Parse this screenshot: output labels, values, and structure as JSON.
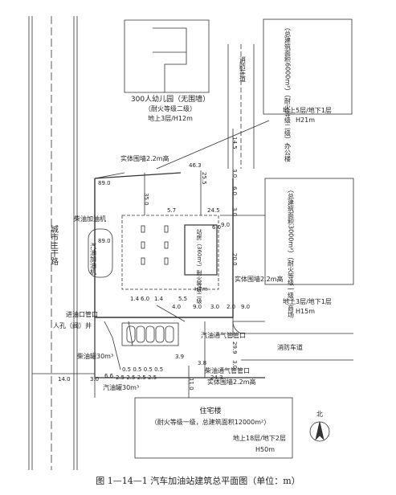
{
  "caption": "图 1—14—1   汽车加油站建筑总平面图（单位：m）",
  "buildings": {
    "kindergarten": {
      "name": "300人幼儿园（无围墙）",
      "rating": "（耐火等级二级）",
      "height": "地上3层/H12m"
    },
    "office": {
      "vertical_text": "（总建筑面积6000m²）（耐火等级二级）办公楼",
      "floors": "地上5层/地下1层",
      "height": "H21m"
    },
    "mall": {
      "vertical_text": "（总建筑面积3000m²）（耐火等级一级）商场",
      "floors": "地上3层/地下1层",
      "height": "H15m"
    },
    "residential": {
      "name": "住宅楼",
      "rating": "（耐火等级一级，总建筑面积12000m²）",
      "floors": "地上18层/地下2层",
      "height": "H50m"
    },
    "station": {
      "vertical_text": "站房（360m²）耐火等级二级",
      "height": "H7m"
    }
  },
  "roads": {
    "main_road": "城市主干路",
    "fire_lane_top": "消防车道",
    "fire_lane_bottom": "消防车道"
  },
  "labels": {
    "wall_top": "实体围墙2.2m高",
    "wall_mid": "实体围墙2.2m高",
    "wall_bottom": "实体围墙2.2m高",
    "diesel_dispenser": "柴油加油机",
    "gasoline_dispenser": "汽油加油机",
    "inlet_pipe": "进油口管口",
    "manhole": "人孔（阀）井",
    "diesel_tank": "柴油罐30m³",
    "gasoline_tank": "汽油罐30m³",
    "gas_vent": "汽油通气管管口",
    "diesel_vent": "柴油通气管管口",
    "north": "北"
  },
  "dims": {
    "d89a": "89.0",
    "d463": "46.3",
    "d350": "35.0",
    "d145": "14.5",
    "d30a": "3.0",
    "d60a": "6.0",
    "d30b": "3.0",
    "d255": "25.5",
    "d57": "5.7",
    "d245": "24.5",
    "d60b": "6.0",
    "d90": "9.0",
    "d200": "20.0",
    "d55": "5.5",
    "d14a": "1.4",
    "d14b": "1.4",
    "d40": "4.0",
    "d60c": "6.0",
    "d30c": "3.0",
    "d90b": "9.0",
    "d90c": "9.0",
    "d20": "2.0",
    "d299": "29.9",
    "d30d": "3.0",
    "d140": "14.0",
    "d30e": "3.0",
    "d66": "6.6",
    "d05row": "0.5 0.5 0.5 0.5",
    "d25row": "2.5 2.5 2.5 2.5",
    "d39": "3.9",
    "d38": "3.8",
    "d243": "24.3",
    "d110": "11.0",
    "d89b": "89.0"
  }
}
